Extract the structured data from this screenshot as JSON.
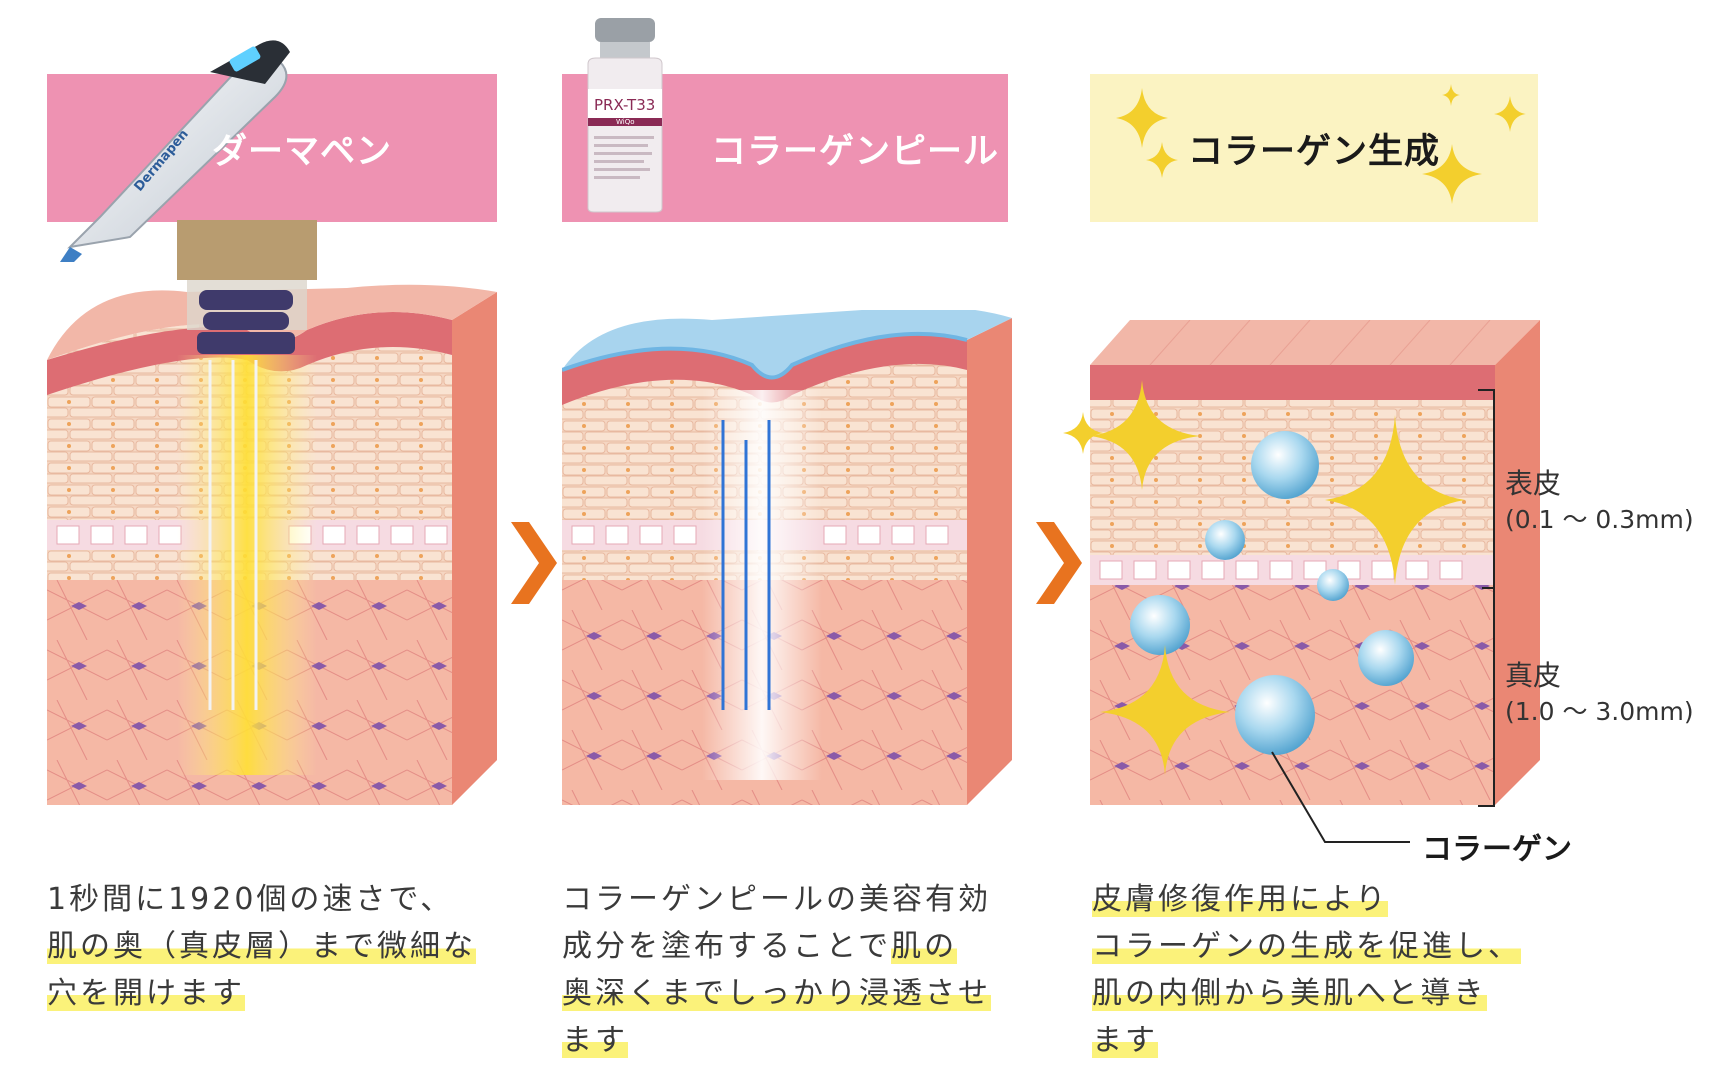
{
  "steps": [
    {
      "title": "ダーマペン",
      "caption_plain": "1秒間に1920個の速さで、",
      "caption_hl1": "肌の奥（真皮層）まで微細な",
      "caption_hl2": "穴を開けます"
    },
    {
      "title": "コラーゲンピール",
      "caption_plain": "コラーゲンピールの美容有効",
      "caption_plain2": "成分を塗布することで",
      "caption_hl1": "肌の",
      "caption_hl2": "奥深くまでしっかり浸透させ",
      "caption_hl3": "ます"
    },
    {
      "title": "コラーゲン生成",
      "caption_hl1": "皮膚修復作用により",
      "caption_hl2": "コラーゲンの生成を促進し、",
      "caption_hl3": "肌の内側から美肌へと導き",
      "caption_hl4": "ます"
    }
  ],
  "layers": {
    "epidermis_label": "表皮",
    "epidermis_range": "(0.1 ～ 0.3mm)",
    "dermis_label": "真皮",
    "dermis_range": "(1.0 ～ 3.0mm)",
    "collagen_label": "コラーゲン"
  },
  "device_text": {
    "pen_brand": "Dermapen",
    "vial_brand": "PRX-T33",
    "vial_sub": "WiQo"
  },
  "colors": {
    "pink_banner": "#ee92b2",
    "yellow_banner": "#fbf3c2",
    "arrow": "#e8731f",
    "highlight": "#fbf27a"
  }
}
